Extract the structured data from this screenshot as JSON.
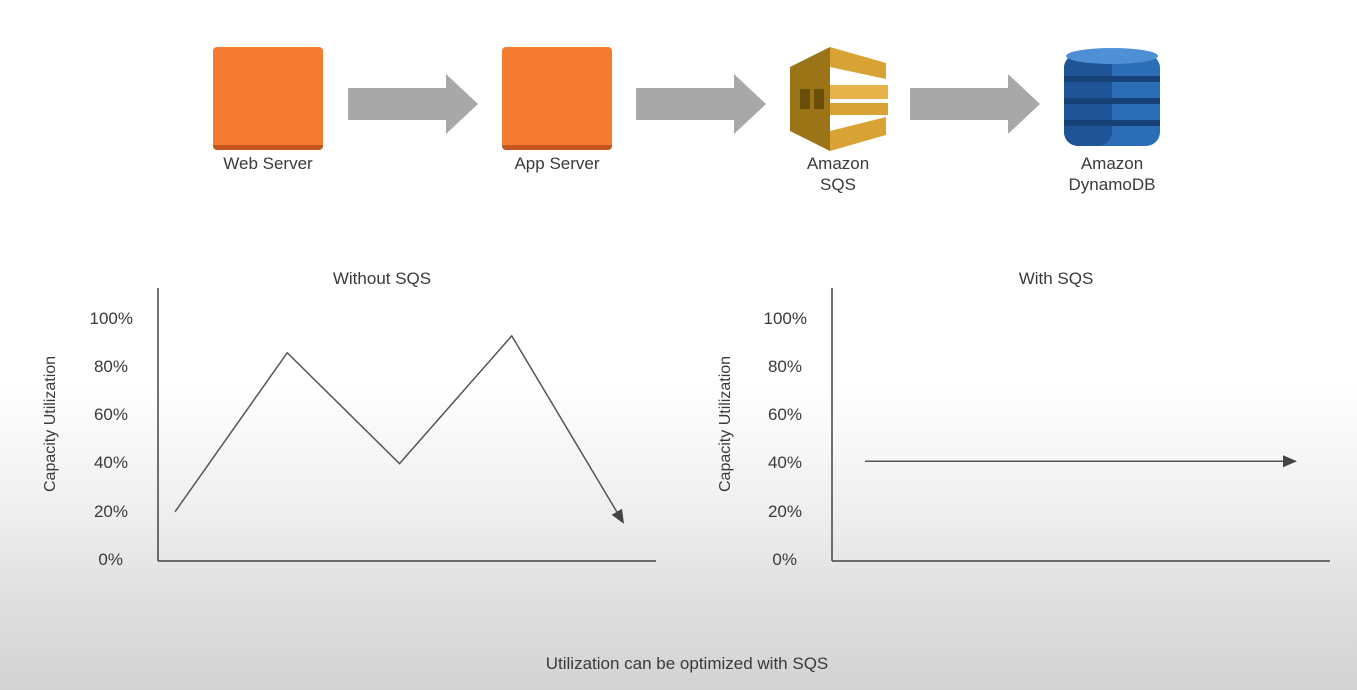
{
  "flow": {
    "web_server": "Web Server",
    "app_server": "App Server",
    "sqs_line1": "Amazon",
    "sqs_line2": "SQS",
    "dynamo_line1": "Amazon",
    "dynamo_line2": "DynamoDB"
  },
  "colors": {
    "server_orange": "#f47b30",
    "sqs_gold": "#d9a235",
    "dynamo_blue": "#2c6db8",
    "arrow_gray": "#a8a8a8"
  },
  "chart_data": [
    {
      "type": "line",
      "title": "Without SQS",
      "ylabel": "Capacity Utilization",
      "xlabel": "",
      "yticks": [
        "0%",
        "20%",
        "40%",
        "60%",
        "80%",
        "100%"
      ],
      "ylim": [
        0,
        100
      ],
      "x": [
        0,
        1,
        2,
        3,
        4
      ],
      "values": [
        20,
        86,
        40,
        93,
        15
      ]
    },
    {
      "type": "line",
      "title": "With SQS",
      "ylabel": "Capacity Utilization",
      "xlabel": "",
      "yticks": [
        "0%",
        "20%",
        "40%",
        "60%",
        "80%",
        "100%"
      ],
      "ylim": [
        0,
        100
      ],
      "x": [
        0,
        1
      ],
      "values": [
        41,
        41
      ]
    }
  ],
  "caption": "Utilization can be optimized with SQS"
}
